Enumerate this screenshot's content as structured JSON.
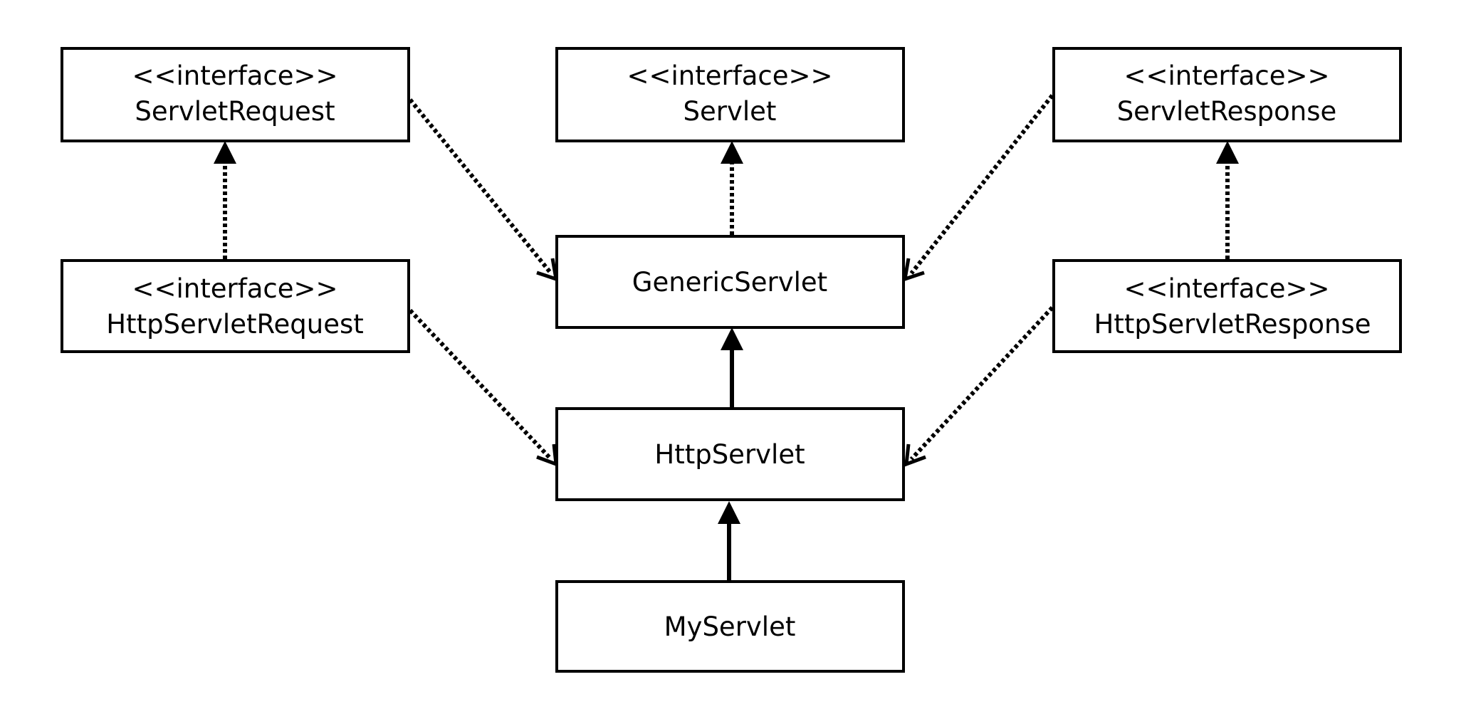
{
  "nodes": {
    "servlet_request": {
      "stereotype": "<<interface>>",
      "name": "ServletRequest"
    },
    "servlet": {
      "stereotype": "<<interface>>",
      "name": "Servlet"
    },
    "servlet_response": {
      "stereotype": "<<interface>>",
      "name": "ServletResponse"
    },
    "http_servlet_request": {
      "stereotype": "<<interface>>",
      "name": "HttpServletRequest"
    },
    "generic_servlet": {
      "name": "GenericServlet"
    },
    "http_servlet_response": {
      "stereotype": "<<interface>>",
      "name": "HttpServletResponse"
    },
    "http_servlet": {
      "name": "HttpServlet"
    },
    "my_servlet": {
      "name": "MyServlet"
    }
  },
  "edges": [
    {
      "from": "http_servlet_request",
      "to": "servlet_request",
      "style": "dotted",
      "head": "filled"
    },
    {
      "from": "generic_servlet",
      "to": "servlet",
      "style": "dotted",
      "head": "filled"
    },
    {
      "from": "http_servlet_response",
      "to": "servlet_response",
      "style": "dotted",
      "head": "filled"
    },
    {
      "from": "servlet_request",
      "to": "generic_servlet",
      "style": "dotted",
      "head": "open"
    },
    {
      "from": "servlet_response",
      "to": "generic_servlet",
      "style": "dotted",
      "head": "open"
    },
    {
      "from": "http_servlet",
      "to": "generic_servlet",
      "style": "solid",
      "head": "filled"
    },
    {
      "from": "http_servlet_request",
      "to": "http_servlet",
      "style": "dotted",
      "head": "open"
    },
    {
      "from": "http_servlet_response",
      "to": "http_servlet",
      "style": "dotted",
      "head": "open"
    },
    {
      "from": "my_servlet",
      "to": "http_servlet",
      "style": "solid",
      "head": "filled"
    }
  ]
}
